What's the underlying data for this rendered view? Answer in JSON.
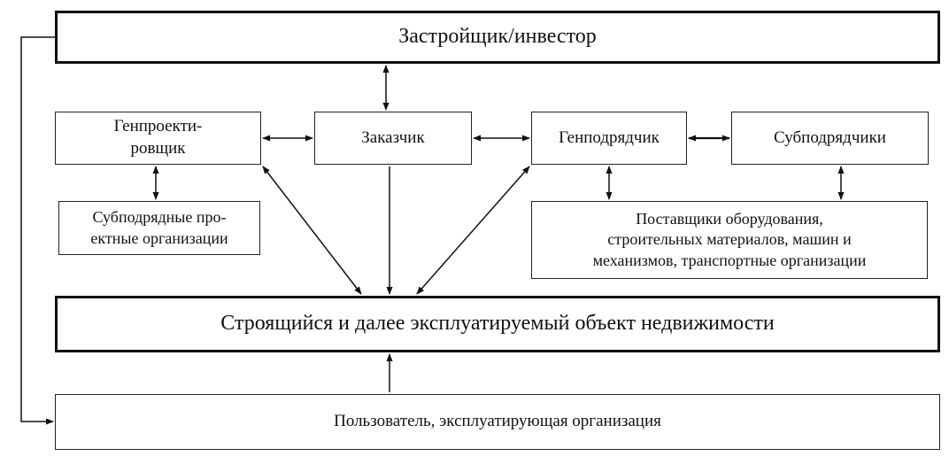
{
  "diagram": {
    "nodes": {
      "investor": "Застройщик/инвестор",
      "general_designer": "Генпроекти-\nровщик",
      "customer": "Заказчик",
      "general_contractor": "Генподрядчик",
      "subcontractors": "Субподрядчики",
      "design_subcontractors": "Субподрядные про-\nектные организации",
      "suppliers": "Поставщики оборудования,\nстроительных материалов, машин и\nмеханизмов, транспортные организации",
      "real_estate_object": "Строящийся и далее эксплуатируемый объект недвижимости",
      "user": "Пользователь, эксплуатирующая организация"
    },
    "edges": [
      {
        "from": "investor",
        "to": "customer",
        "type": "bidirectional"
      },
      {
        "from": "general_designer",
        "to": "customer",
        "type": "bidirectional"
      },
      {
        "from": "customer",
        "to": "general_contractor",
        "type": "bidirectional"
      },
      {
        "from": "general_contractor",
        "to": "subcontractors",
        "type": "bidirectional"
      },
      {
        "from": "general_designer",
        "to": "design_subcontractors",
        "type": "bidirectional"
      },
      {
        "from": "general_contractor",
        "to": "suppliers",
        "type": "bidirectional"
      },
      {
        "from": "subcontractors",
        "to": "suppliers",
        "type": "bidirectional"
      },
      {
        "from": "general_designer",
        "to": "real_estate_object",
        "type": "bidirectional"
      },
      {
        "from": "general_contractor",
        "to": "real_estate_object",
        "type": "bidirectional"
      },
      {
        "from": "customer",
        "to": "real_estate_object",
        "type": "directed"
      },
      {
        "from": "user",
        "to": "real_estate_object",
        "type": "directed"
      },
      {
        "from": "investor",
        "to": "user",
        "type": "directed"
      }
    ]
  }
}
